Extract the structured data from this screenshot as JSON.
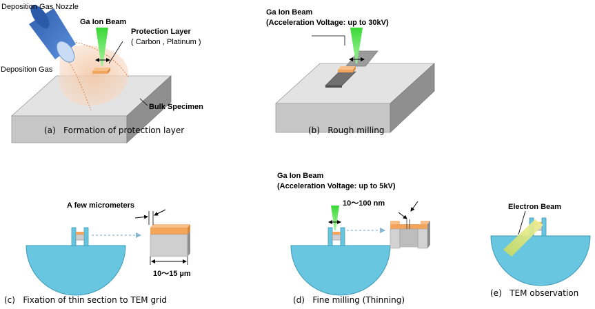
{
  "panel_a": {
    "nozzle_label": "Deposition Gas Nozzle",
    "beam_label": "Ga Ion Beam",
    "layer_label": "Protection Layer",
    "layer_materials": "( Carbon , Platinum )",
    "gas_label": "Deposition Gas",
    "specimen_label": "Bulk Specimen",
    "caption": "(a)   Formation of protection layer"
  },
  "panel_b": {
    "beam_label": "Ga Ion Beam",
    "voltage_label": "(Acceleration Voltage: up to 30kV)",
    "caption": "(b)   Rough milling"
  },
  "panel_c": {
    "thickness_label": "A few micrometers",
    "width_label": "10～15 µm",
    "caption": "(c)   Fixation of thin section to TEM grid"
  },
  "panel_d": {
    "beam_label": "Ga Ion Beam",
    "voltage_label": "(Acceleration Voltage: up to 5kV)",
    "thickness_label": "10～100 nm",
    "caption": "(d)   Fine milling (Thinning)"
  },
  "panel_e": {
    "beam_label": "Electron Beam",
    "caption": "(e)   TEM observation"
  },
  "colors": {
    "block_top": "#e3e3e3",
    "block_front": "#c6c6c6",
    "block_side": "#8f8f8f",
    "protection": "#f3a55c",
    "ion_beam": "#4fe84a",
    "gas_cloud": "#f6d3bb",
    "nozzle": "#3f73c4",
    "grid": "#68c6e0",
    "electron_beam": "#d8e06a"
  }
}
